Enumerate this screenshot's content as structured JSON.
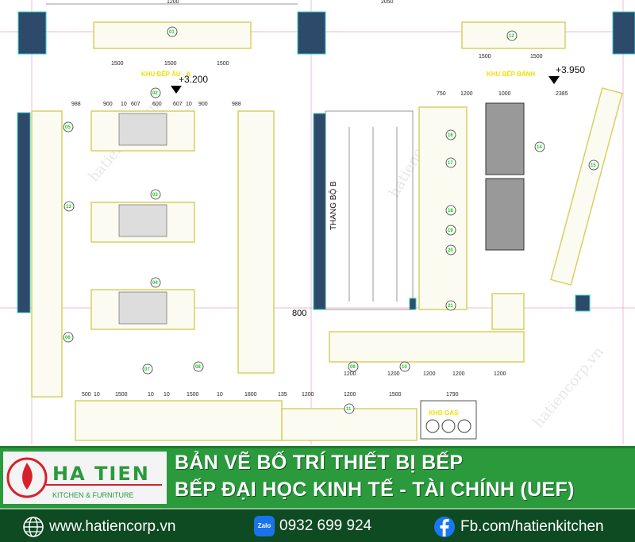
{
  "plan": {
    "zone_a_label": "KHU BẾP ÂU - A",
    "zone_a_level": "+3.200",
    "zone_b_label": "KHU BẾP BÁNH",
    "zone_b_level": "+3.950",
    "stair_label": "THANG BỘ B",
    "gas_label": "KHO GAS",
    "top_dims": [
      "1200",
      "2050"
    ],
    "door_dim": "800",
    "dims_row_01": [
      "1500",
      "1500",
      "1500"
    ],
    "dims_row_12": [
      "1500",
      "1500"
    ],
    "dims_island": [
      "988",
      "900",
      "10",
      "607",
      "600",
      "607",
      "10",
      "900",
      "988"
    ],
    "dims_bakery": [
      "750",
      "1200",
      "1000",
      "2385"
    ],
    "dims_bottom": [
      "1200",
      "1200",
      "1200",
      "1200",
      "1200"
    ],
    "dims_bottom_left": [
      "500",
      "10",
      "1500",
      "10",
      "10",
      "1500",
      "10",
      "1800",
      "135"
    ],
    "dims_bottom_mid": [
      "1200",
      "1200",
      "1500",
      "1790"
    ],
    "station_numbers": [
      "01",
      "02",
      "03",
      "04",
      "05",
      "06",
      "07",
      "08",
      "09",
      "10",
      "11",
      "12",
      "13",
      "14",
      "15",
      "16",
      "17",
      "18",
      "19",
      "20",
      "21"
    ],
    "watermark": "hatiencorp.vn"
  },
  "banner": {
    "logo_text": "HA TIEN",
    "logo_sub": "KITCHEN & FURNITURE",
    "title_line1": "BẢN VẼ BỐ TRÍ THIẾT BỊ BẾP",
    "title_line2": "BẾP ĐẠI HỌC KINH TẾ - TÀI CHÍNH (UEF)"
  },
  "footer": {
    "website": "www.hatiencorp.vn",
    "zalo_icon_text": "Zalo",
    "phone": "0932 699 924",
    "facebook": "Fb.com/hatienkitchen"
  },
  "colors": {
    "brand_green": "#2a9a3c",
    "footer_green": "#0e4a22",
    "column_blue": "#2d4a6a",
    "counter_yellow": "#d8d060",
    "logo_red": "#d8202a"
  }
}
